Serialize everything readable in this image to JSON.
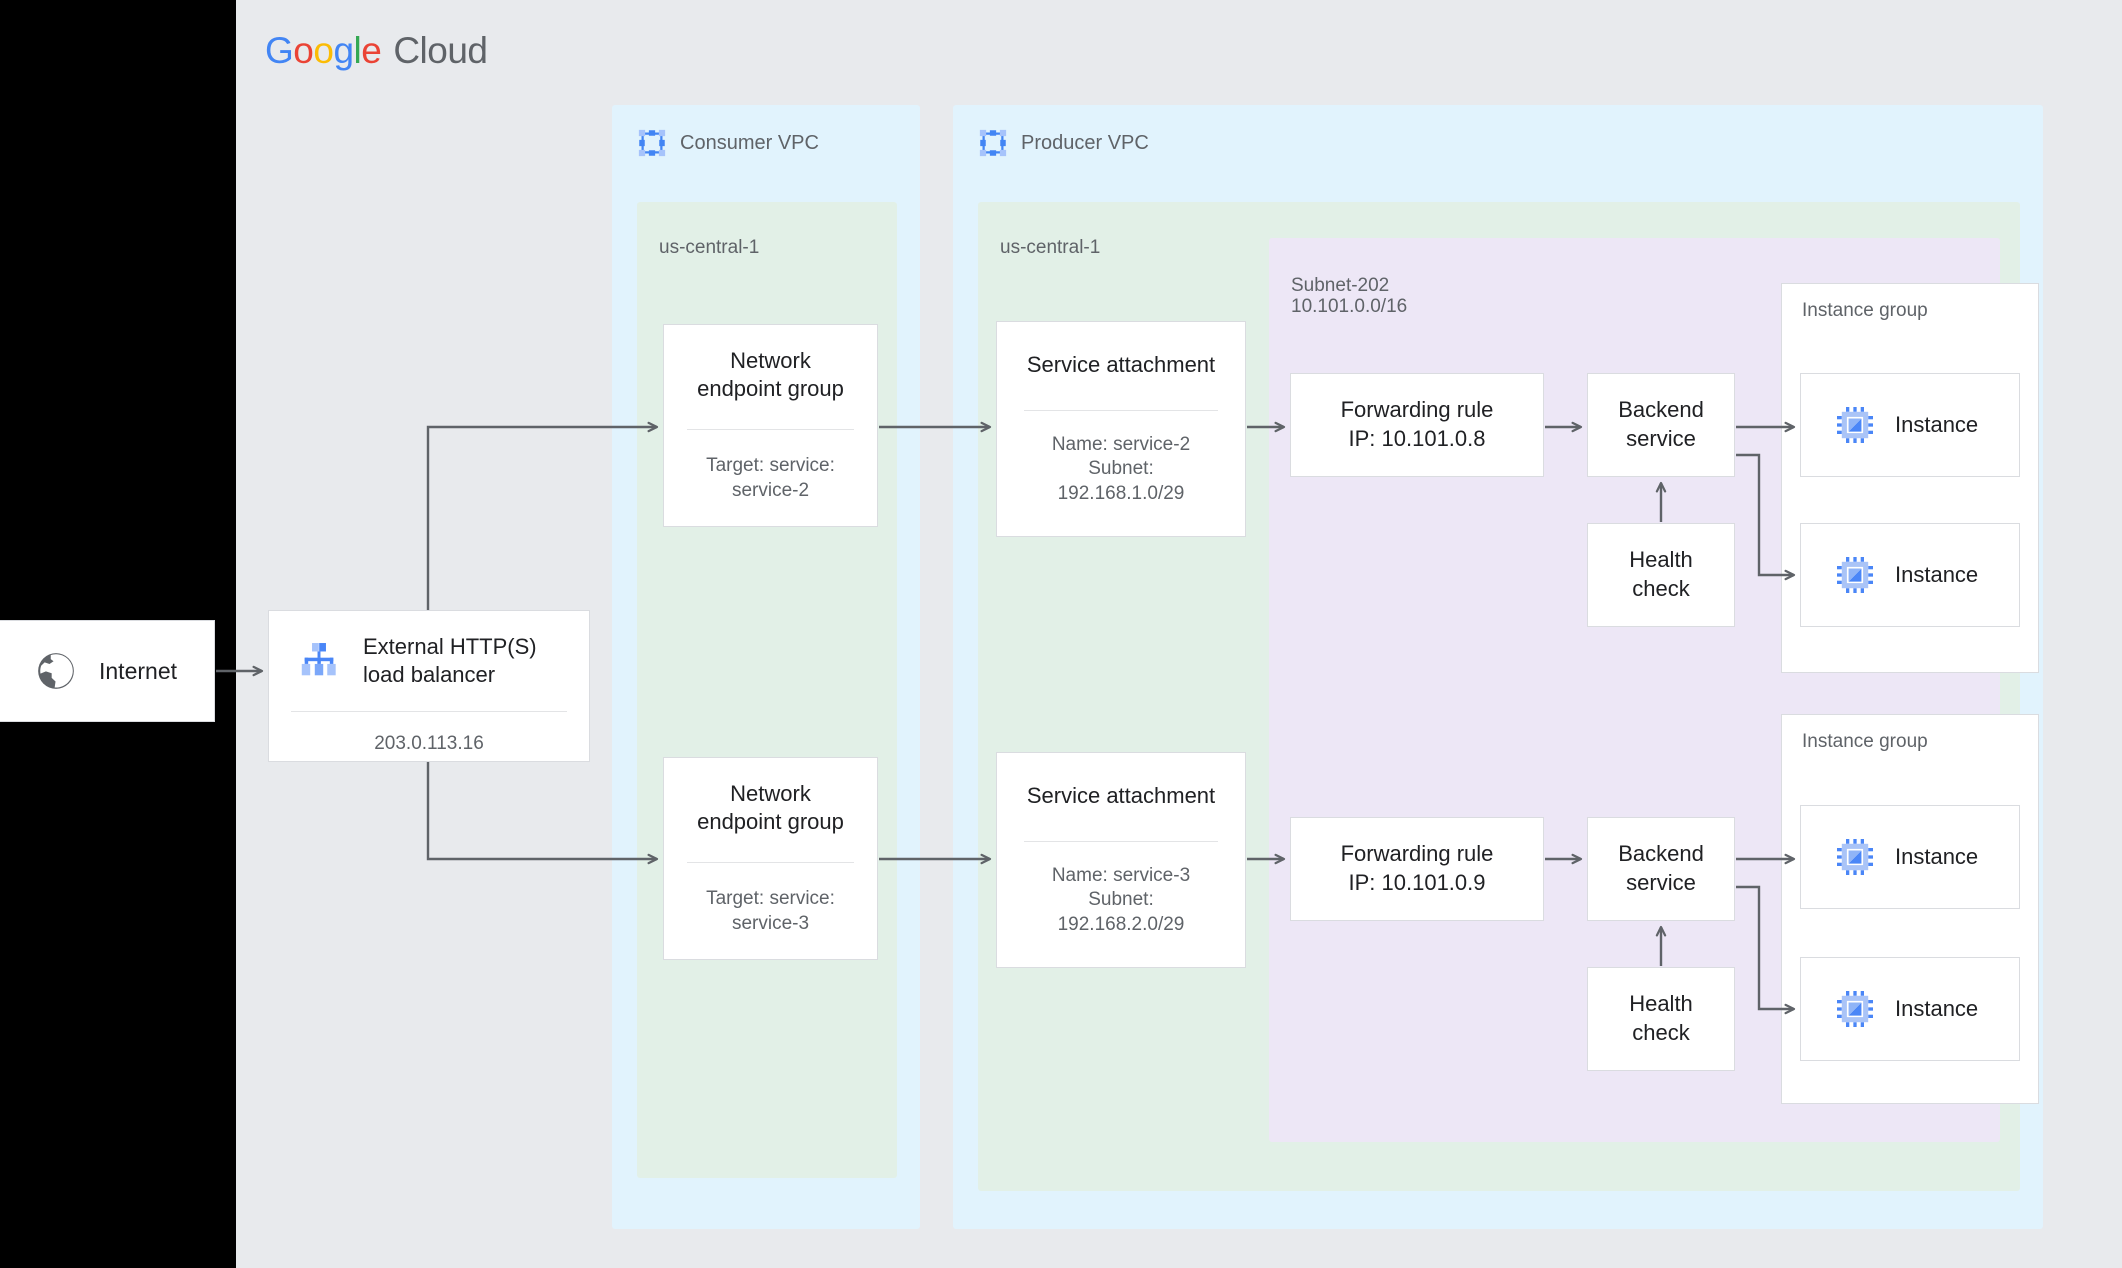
{
  "brand": {
    "logo_letters": [
      "G",
      "o",
      "o",
      "g",
      "l",
      "e"
    ],
    "logo_word": "Cloud",
    "colors": {
      "blue": "#4285f4",
      "red": "#ea4335",
      "yellow": "#fbbc05",
      "green": "#34a853",
      "grey": "#5f6368"
    }
  },
  "palette": {
    "page_bg": "#e8eaed",
    "vpc_bg": "#e1f3fd",
    "region_bg": "#e2f0e7",
    "subnet_bg": "#ede7f6",
    "card_bg": "#ffffff",
    "card_border": "#dadce0",
    "text_primary": "#202124",
    "text_secondary": "#5f6368",
    "wire": "#5f6368",
    "icon_blue": "#5b8df7",
    "icon_blue_light": "#aac4f7"
  },
  "internet": {
    "label": "Internet",
    "icon": "globe-icon"
  },
  "load_balancer": {
    "title": "External HTTP(S)\nload balancer",
    "ip": "203.0.113.16",
    "icon": "load-balancer-icon"
  },
  "consumer_vpc": {
    "label": "Consumer VPC",
    "icon": "vpc-icon",
    "region": "us-central-1",
    "negs": [
      {
        "title": "Network\nendpoint group",
        "sub": "Target: service:\nservice-2"
      },
      {
        "title": "Network\nendpoint group",
        "sub": "Target: service:\nservice-3"
      }
    ]
  },
  "producer_vpc": {
    "label": "Producer VPC",
    "icon": "vpc-icon",
    "region": "us-central-1",
    "subnet": {
      "name": "Subnet-202",
      "cidr": "10.101.0.0/16"
    },
    "service_attachments": [
      {
        "title": "Service attachment",
        "sub": "Name: service-2\nSubnet:\n192.168.1.0/29"
      },
      {
        "title": "Service attachment",
        "sub": "Name: service-3\nSubnet:\n192.168.2.0/29"
      }
    ],
    "forwarding_rules": [
      {
        "title": "Forwarding rule\nIP: 10.101.0.8"
      },
      {
        "title": "Forwarding rule\nIP: 10.101.0.9"
      }
    ],
    "backend_services": [
      {
        "title": "Backend\nservice"
      },
      {
        "title": "Backend\nservice"
      }
    ],
    "health_checks": [
      {
        "title": "Health\ncheck"
      },
      {
        "title": "Health\ncheck"
      }
    ],
    "instance_groups": [
      {
        "label": "Instance group",
        "instances": [
          "Instance",
          "Instance"
        ]
      },
      {
        "label": "Instance group",
        "instances": [
          "Instance",
          "Instance"
        ]
      }
    ]
  }
}
